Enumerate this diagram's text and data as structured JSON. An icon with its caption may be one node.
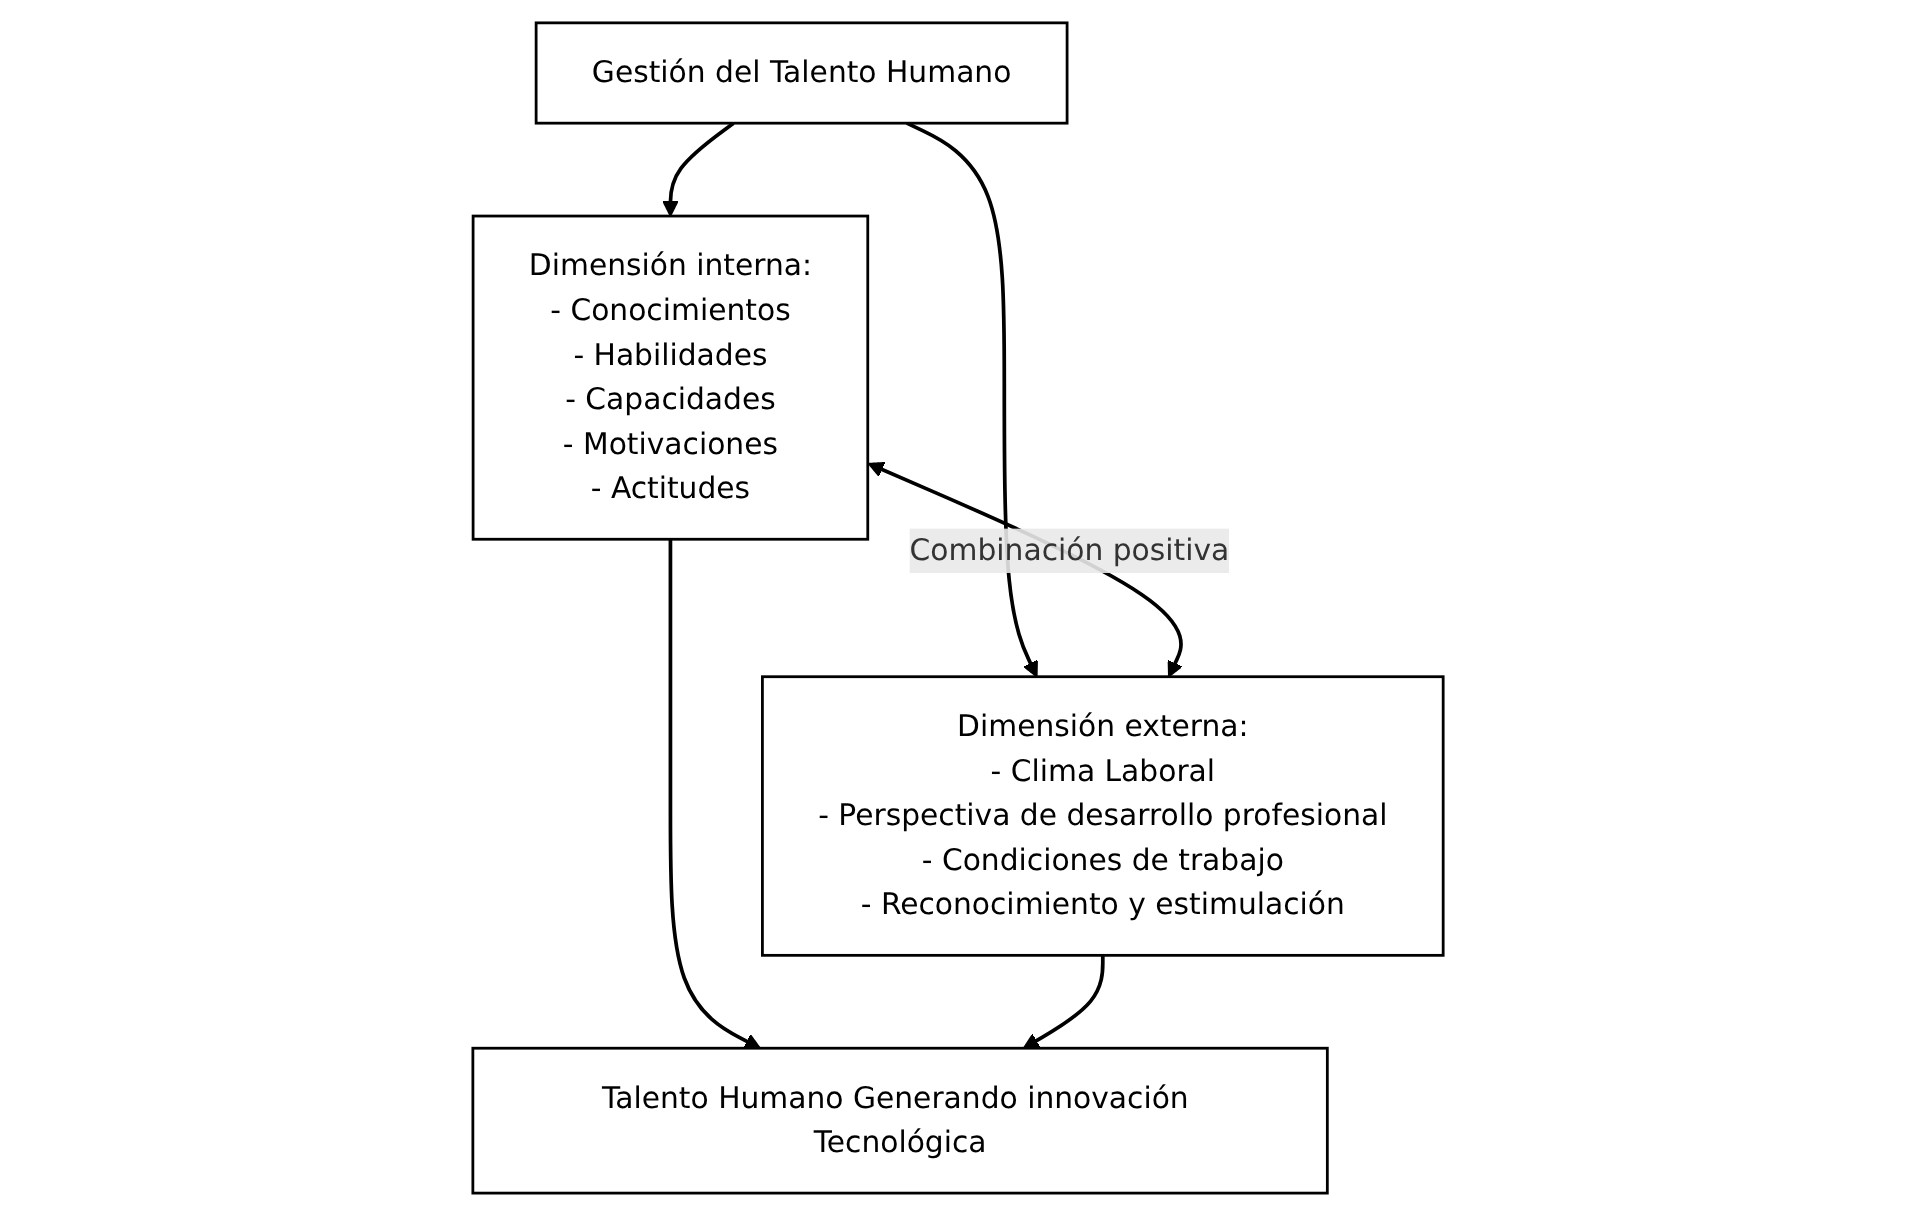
{
  "diagram": {
    "nodes": [
      {
        "text": [
          "Gestión del Talento Humano"
        ]
      },
      {
        "text": [
          "Dimensión interna:",
          "- Conocimientos",
          "- Habilidades",
          "- Capacidades",
          "- Motivaciones",
          "- Actitudes"
        ]
      },
      {
        "text": [
          "Dimensión externa:",
          "- Clima Laboral",
          "- Perspectiva de desarrollo profesional",
          "- Condiciones de trabajo",
          "- Reconocimiento y estimulación"
        ]
      },
      {
        "text": [
          "Talento Humano Generando innovación Tecnológica"
        ]
      }
    ],
    "edges": [
      {
        "from": 0,
        "to": 1,
        "arrow": "to"
      },
      {
        "from": 0,
        "to": 2,
        "arrow": "to"
      },
      {
        "from": 1,
        "to": 2,
        "arrow": "both",
        "label": "Combinación positiva"
      },
      {
        "from": 1,
        "to": 3,
        "arrow": "to"
      },
      {
        "from": 2,
        "to": 3,
        "arrow": "to"
      }
    ]
  }
}
